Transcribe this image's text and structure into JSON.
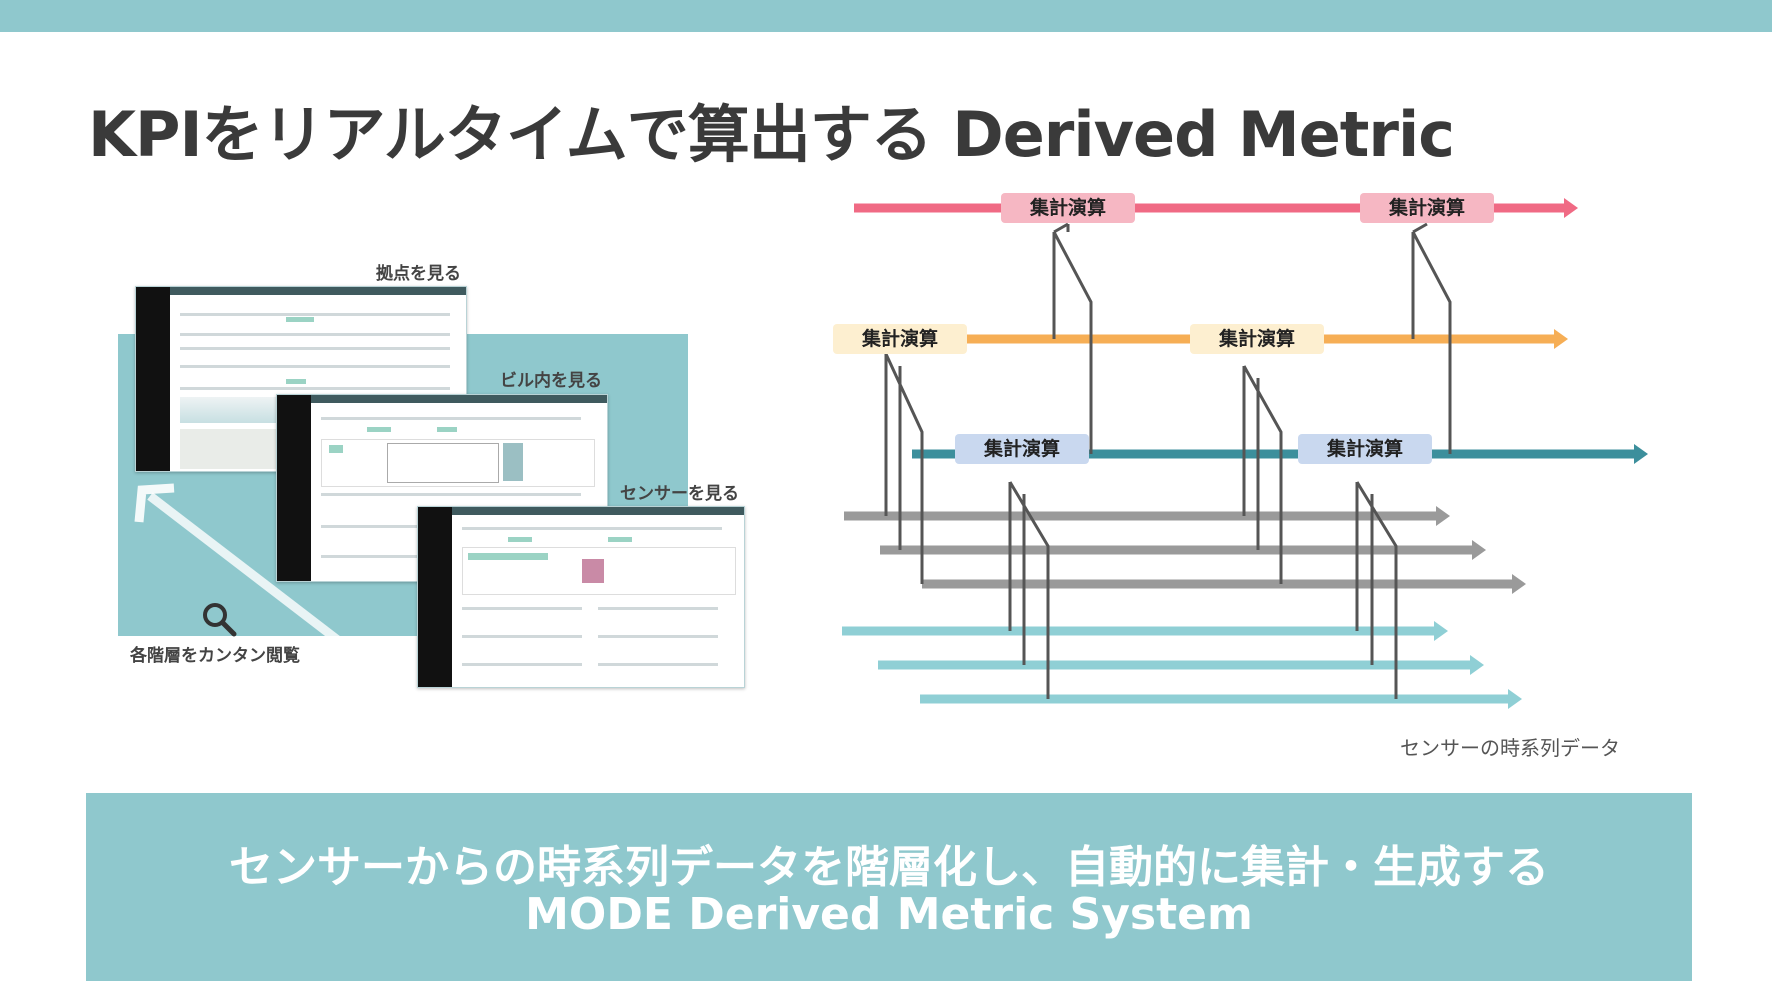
{
  "title": "KPIをリアルタイムで算出する Derived Metric",
  "screens": {
    "site_label": "拠点を見る",
    "building_label": "ビル内を見る",
    "sensor_label": "センサーを見る",
    "browse_label": "各階層をカンタン閲覧",
    "search_icon": "search-icon"
  },
  "diagram": {
    "aggregate_label": "集計演算",
    "caption": "センサーの時系列データ",
    "colors": {
      "level1": "#f06a84",
      "level1_box": "#f6b7c3",
      "level2": "#f6ae55",
      "level2_box": "#fdefd0",
      "level3": "#3c8f9c",
      "level3_box": "#c9d8ef",
      "gray": "#9a9a9a",
      "teal": "#8fcfd5",
      "connector": "#555555"
    }
  },
  "banner": {
    "line1": "センサーからの時系列データを階層化し、自動的に集計・生成する",
    "line2": "MODE Derived Metric System"
  }
}
